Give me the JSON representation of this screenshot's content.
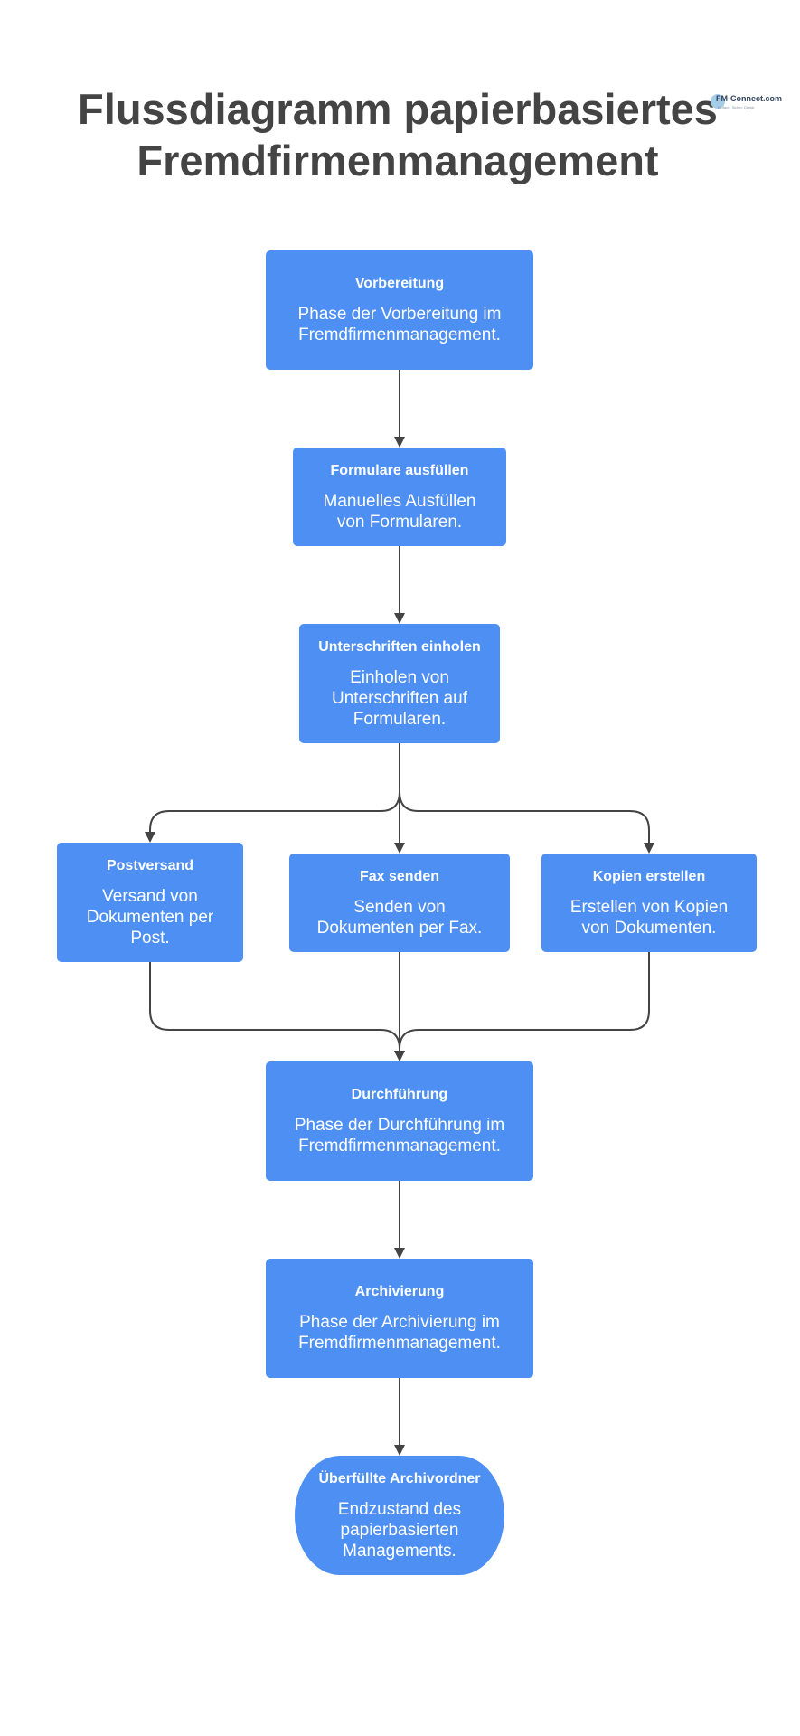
{
  "title": {
    "line1": "Flussdiagramm papierbasiertes",
    "line2": "Fremdfirmenmanagement"
  },
  "logo": {
    "name": "FM-Connect.com",
    "tagline": "Einfach. Sicher. Digital."
  },
  "colors": {
    "node_fill": "#4d8ff2",
    "node_text": "#ffffff",
    "edge": "#444444",
    "title": "#444444"
  },
  "nodes": {
    "vorbereitung": {
      "title": "Vorbereitung",
      "desc": "Phase der Vorbereitung im Fremdfirmenmanagement."
    },
    "formulare": {
      "title": "Formulare ausfüllen",
      "desc": "Manuelles Ausfüllen von Formularen."
    },
    "unterschriften": {
      "title": "Unterschriften einholen",
      "desc": "Einholen von Unterschriften auf Formularen."
    },
    "postversand": {
      "title": "Postversand",
      "desc": "Versand von Dokumenten per Post."
    },
    "fax": {
      "title": "Fax senden",
      "desc": "Senden von Dokumenten per Fax."
    },
    "kopien": {
      "title": "Kopien erstellen",
      "desc": "Erstellen von Kopien von Dokumenten."
    },
    "durchfuehrung": {
      "title": "Durchführung",
      "desc": "Phase der Durchführung im Fremdfirmenmanagement."
    },
    "archivierung": {
      "title": "Archivierung",
      "desc": "Phase der Archivierung im Fremdfirmenmanagement."
    },
    "archivordner": {
      "title": "Überfüllte Archivordner",
      "desc": "Endzustand des papierbasierten Managements."
    }
  }
}
